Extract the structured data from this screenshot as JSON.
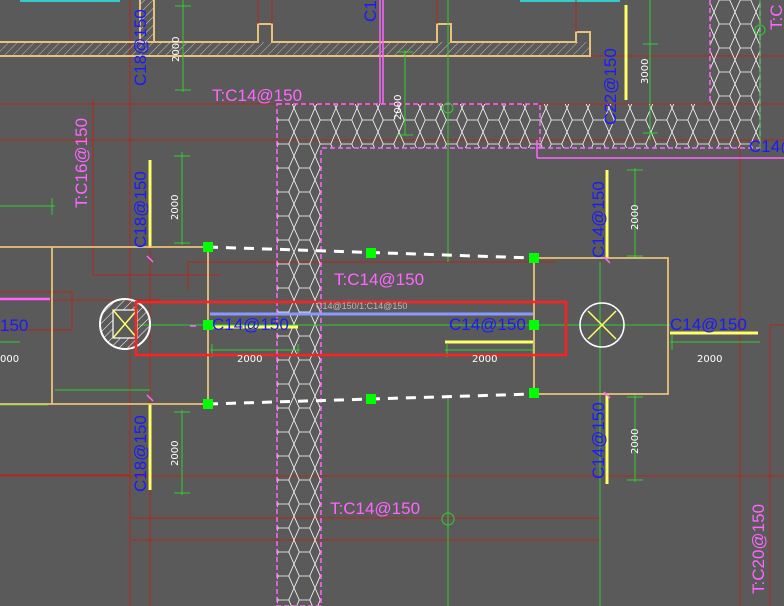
{
  "labels": {
    "t_c14_top": "T:C14@150",
    "t_c16": "T:C16@150",
    "t_c14_mid": "T:C14@150",
    "t_c14_bottom": "T:C14@150",
    "t_c20_right": "T:C20@150",
    "t_c_topright": "T:C",
    "c18_top": "C18@150",
    "c18_left_mid": "C18@150",
    "c18_left_bot": "C18@150",
    "c14_right_top": "C14@150",
    "c14_right_bot": "C14@150",
    "c14_center_left": "C14@150",
    "c14_center_right": "C14@150",
    "c14_far_right": "C14@150",
    "c14_edge_right": "C14@",
    "c22": "C22@150",
    "c1_top": "C1",
    "c150_left": "150",
    "small_note": "C14@150/1:C14@150",
    "dim_2000": "2000",
    "dim_3000": "3000",
    "dim_000": "000"
  },
  "colors": {
    "background": "#5a5a5a",
    "magenta": "#ff66ff",
    "blue": "#1a1aff",
    "yellow": "#ffff66",
    "green": "#33cc33",
    "red": "#ff2020",
    "darkred": "#b0281a",
    "tan": "#e8c27a",
    "white": "#ffffff",
    "grip": "#00ff00"
  }
}
